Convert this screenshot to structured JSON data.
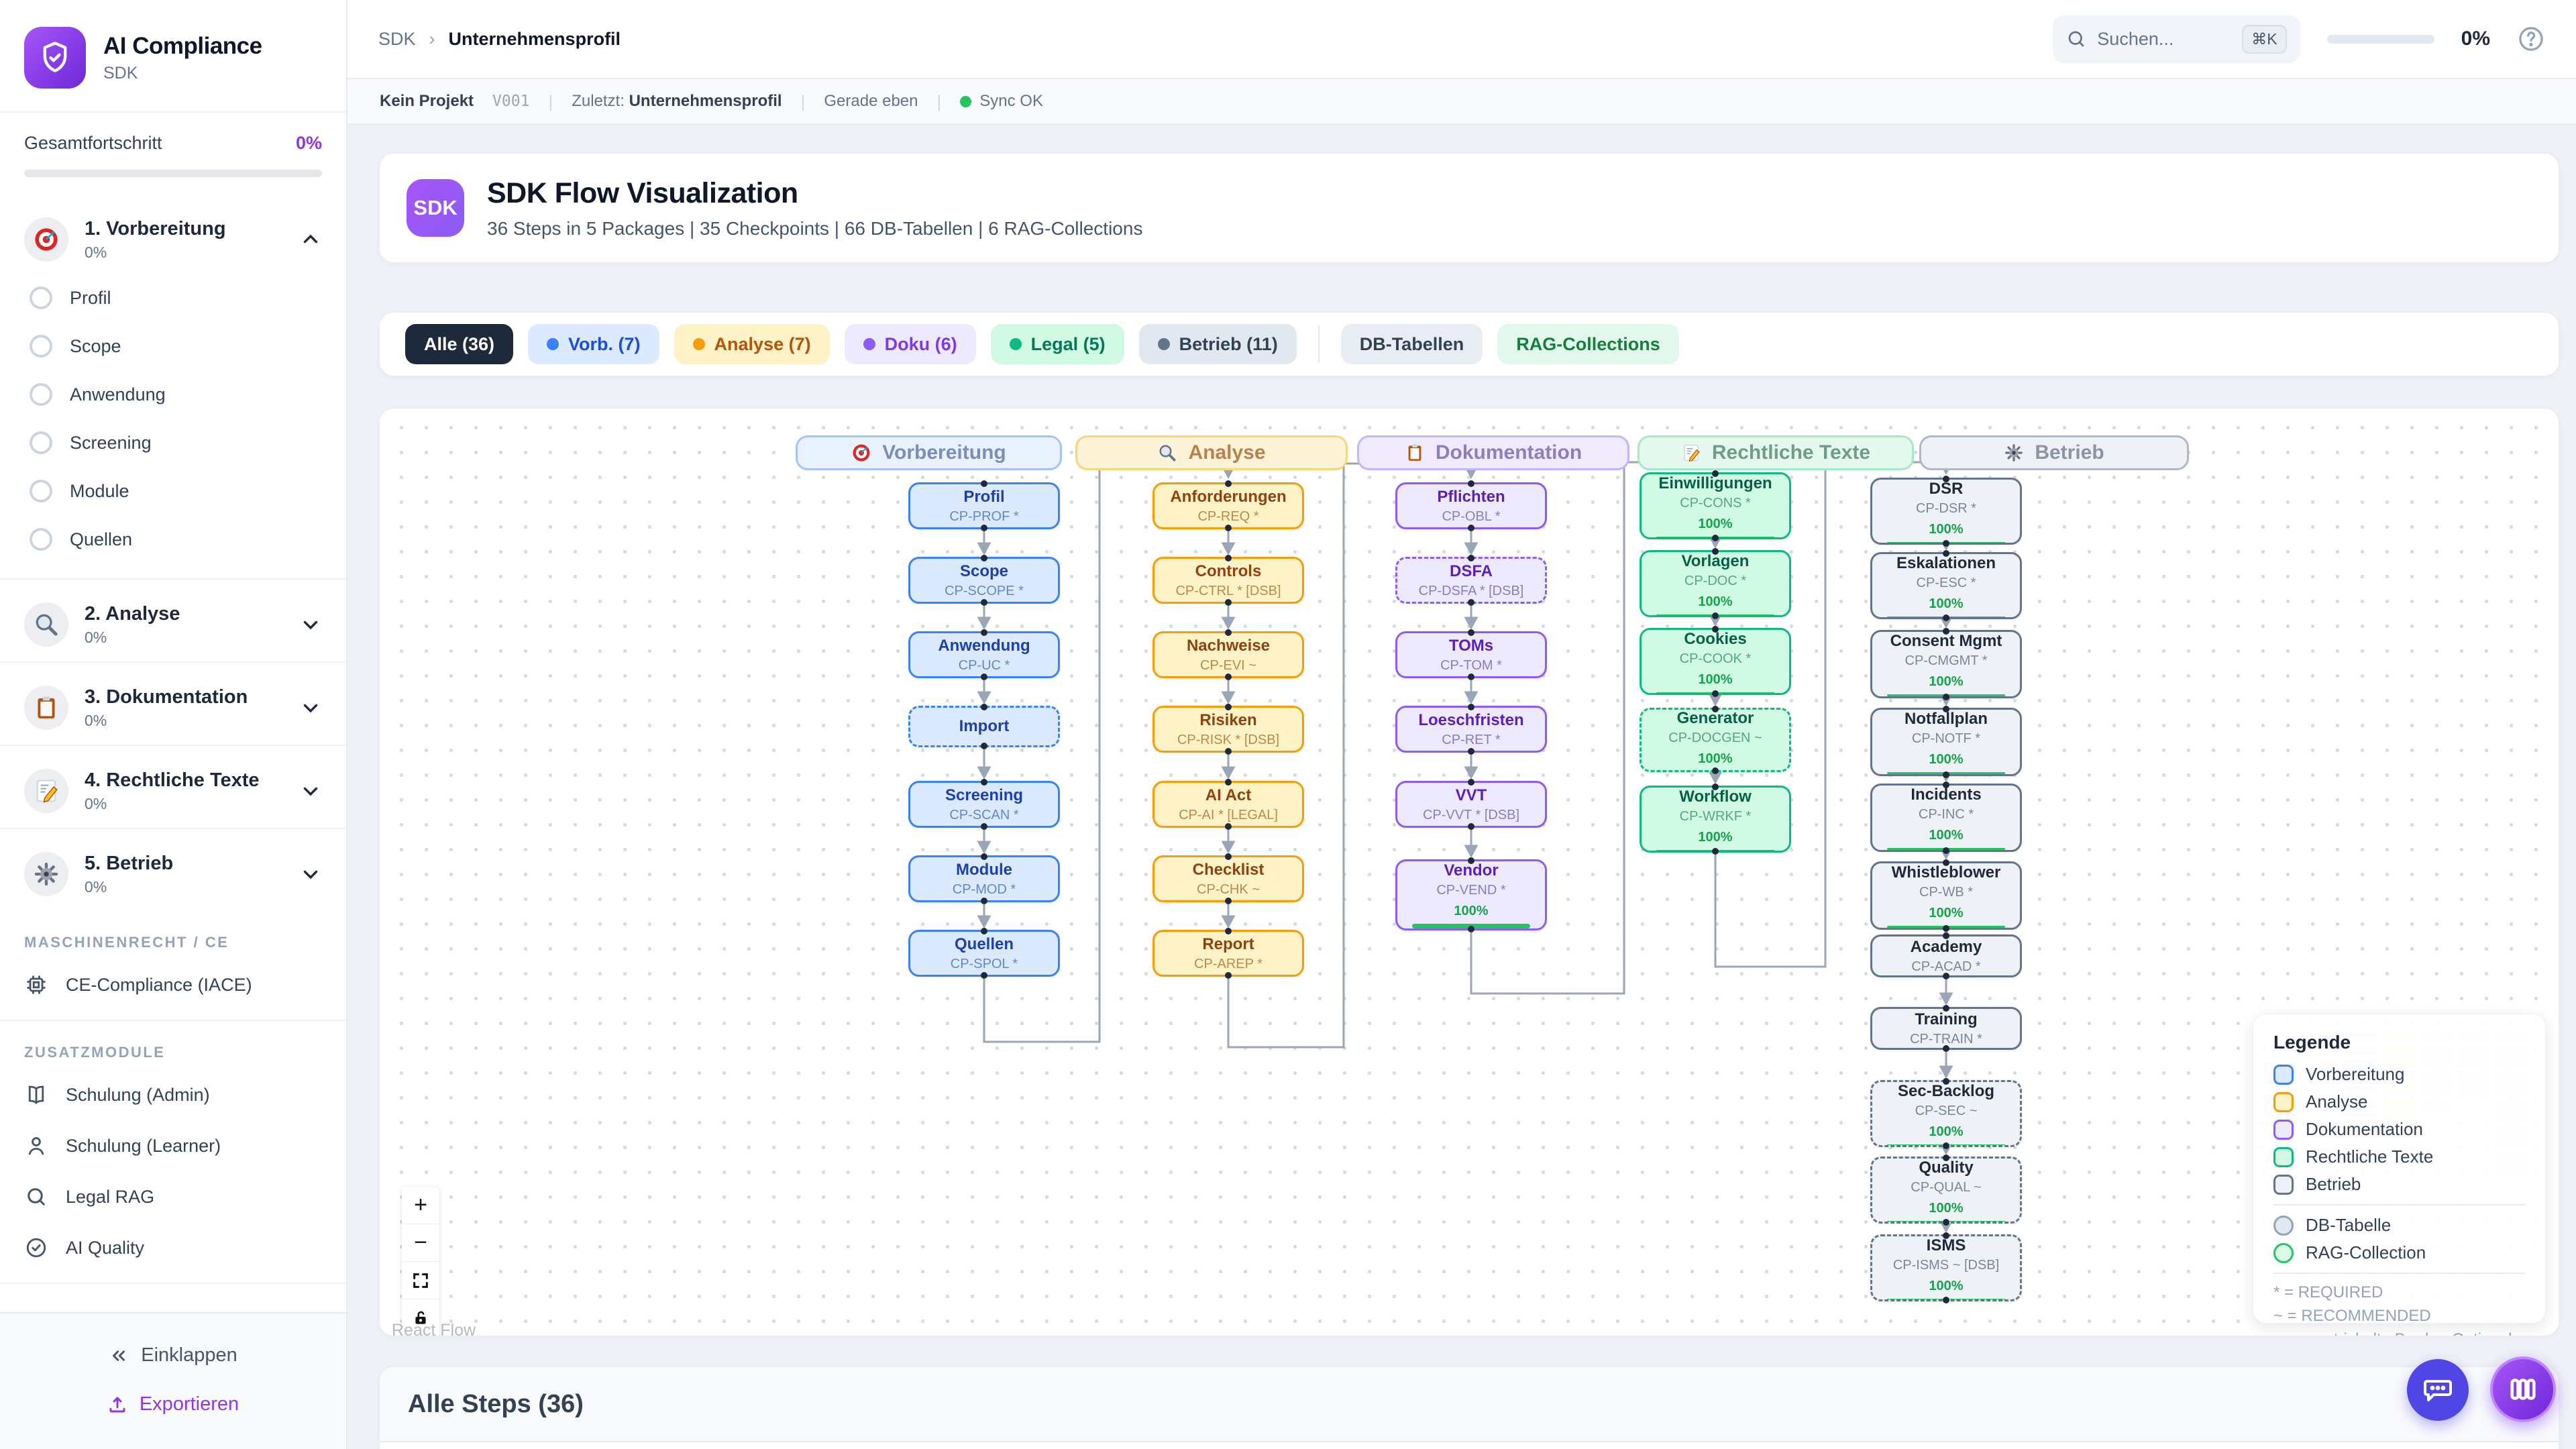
{
  "app": {
    "title": "AI Compliance",
    "subtitle": "SDK"
  },
  "sidebar": {
    "overall": {
      "label": "Gesamtfortschritt",
      "value": "0%"
    },
    "sections": [
      {
        "title": "1. Vorbereitung",
        "percent": "0%",
        "icon": "target-icon",
        "expanded": true,
        "items": [
          "Profil",
          "Scope",
          "Anwendung",
          "Screening",
          "Module",
          "Quellen"
        ]
      },
      {
        "title": "2. Analyse",
        "percent": "0%",
        "icon": "magnifier-icon",
        "expanded": false,
        "items": []
      },
      {
        "title": "3. Dokumentation",
        "percent": "0%",
        "icon": "clipboard-icon",
        "expanded": false,
        "items": []
      },
      {
        "title": "4. Rechtliche Texte",
        "percent": "0%",
        "icon": "memo-icon",
        "expanded": false,
        "items": []
      },
      {
        "title": "5. Betrieb",
        "percent": "0%",
        "icon": "gear-icon",
        "expanded": false,
        "items": []
      }
    ],
    "machine_section": {
      "label": "MASCHINENRECHT / CE",
      "items": [
        {
          "label": "CE-Compliance (IACE)",
          "icon": "chip-icon"
        }
      ]
    },
    "extra_section": {
      "label": "ZUSATZMODULE",
      "items": [
        {
          "label": "Schulung (Admin)",
          "icon": "book-icon"
        },
        {
          "label": "Schulung (Learner)",
          "icon": "user-icon"
        },
        {
          "label": "Legal RAG",
          "icon": "search-icon"
        },
        {
          "label": "AI Quality",
          "icon": "check-circle-icon"
        }
      ]
    },
    "footer": {
      "collapse": "Einklappen",
      "export": "Exportieren"
    }
  },
  "header": {
    "breadcrumb": [
      "SDK",
      "Unternehmensprofil"
    ],
    "search": {
      "placeholder": "Suchen...",
      "shortcut": "⌘K"
    },
    "progress": "0%"
  },
  "statusbar": {
    "project": "Kein Projekt",
    "version": "V001",
    "last_label": "Zuletzt:",
    "last_value": "Unternehmensprofil",
    "updated": "Gerade eben",
    "sync": "Sync OK"
  },
  "hero": {
    "badge": "SDK",
    "title": "SDK Flow Visualization",
    "subtitle": "36 Steps in 5 Packages | 35 Checkpoints | 66 DB-Tabellen | 6 RAG-Collections"
  },
  "filters": [
    {
      "label": "Alle (36)",
      "scheme": "all",
      "dot": false,
      "active": true
    },
    {
      "label": "Vorb. (7)",
      "scheme": "vorb",
      "dot": true
    },
    {
      "label": "Analyse (7)",
      "scheme": "analyse",
      "dot": true
    },
    {
      "label": "Doku (6)",
      "scheme": "doku",
      "dot": true
    },
    {
      "label": "Legal (5)",
      "scheme": "legal",
      "dot": true
    },
    {
      "label": "Betrieb (11)",
      "scheme": "betrieb",
      "dot": true
    },
    {
      "label": "DB-Tabellen",
      "scheme": "db",
      "dot": false
    },
    {
      "label": "RAG-Collections",
      "scheme": "rag",
      "dot": false
    }
  ],
  "flow": {
    "columns": [
      {
        "title": "Vorbereitung",
        "icon": "target-icon",
        "scheme": "blue",
        "nodes": [
          {
            "label": "Profil",
            "code": "CP-PROF *"
          },
          {
            "label": "Scope",
            "code": "CP-SCOPE *"
          },
          {
            "label": "Anwendung",
            "code": "CP-UC *"
          },
          {
            "label": "Import",
            "code": "",
            "dashed": true
          },
          {
            "label": "Screening",
            "code": "CP-SCAN *"
          },
          {
            "label": "Module",
            "code": "CP-MOD *"
          },
          {
            "label": "Quellen",
            "code": "CP-SPOL *"
          }
        ]
      },
      {
        "title": "Analyse",
        "icon": "magnifier-icon",
        "scheme": "amber",
        "nodes": [
          {
            "label": "Anforderungen",
            "code": "CP-REQ *"
          },
          {
            "label": "Controls",
            "code": "CP-CTRL * [DSB]"
          },
          {
            "label": "Nachweise",
            "code": "CP-EVI ~"
          },
          {
            "label": "Risiken",
            "code": "CP-RISK * [DSB]"
          },
          {
            "label": "AI Act",
            "code": "CP-AI * [LEGAL]"
          },
          {
            "label": "Checklist",
            "code": "CP-CHK ~"
          },
          {
            "label": "Report",
            "code": "CP-AREP *"
          }
        ]
      },
      {
        "title": "Dokumentation",
        "icon": "clipboard-icon",
        "scheme": "purple",
        "nodes": [
          {
            "label": "Pflichten",
            "code": "CP-OBL *"
          },
          {
            "label": "DSFA",
            "code": "CP-DSFA * [DSB]",
            "dashed": true
          },
          {
            "label": "TOMs",
            "code": "CP-TOM *"
          },
          {
            "label": "Loeschfristen",
            "code": "CP-RET *"
          },
          {
            "label": "VVT",
            "code": "CP-VVT * [DSB]"
          },
          {
            "label": "Vendor",
            "code": "CP-VEND *",
            "progress": "100%"
          }
        ]
      },
      {
        "title": "Rechtliche Texte",
        "icon": "memo-icon",
        "scheme": "green",
        "nodes": [
          {
            "label": "Einwilligungen",
            "code": "CP-CONS *",
            "progress": "100%"
          },
          {
            "label": "Vorlagen",
            "code": "CP-DOC *",
            "progress": "100%"
          },
          {
            "label": "Cookies",
            "code": "CP-COOK *",
            "progress": "100%"
          },
          {
            "label": "Generator",
            "code": "CP-DOCGEN ~",
            "progress": "100%",
            "dashed": true
          },
          {
            "label": "Workflow",
            "code": "CP-WRKF *",
            "progress": "100%"
          }
        ]
      },
      {
        "title": "Betrieb",
        "icon": "gear-icon",
        "scheme": "slate",
        "nodes": [
          {
            "label": "DSR",
            "code": "CP-DSR *",
            "progress": "100%"
          },
          {
            "label": "Eskalationen",
            "code": "CP-ESC *",
            "progress": "100%"
          },
          {
            "label": "Consent Mgmt",
            "code": "CP-CMGMT *",
            "progress": "100%"
          },
          {
            "label": "Notfallplan",
            "code": "CP-NOTF *",
            "progress": "100%"
          },
          {
            "label": "Incidents",
            "code": "CP-INC *",
            "progress": "100%"
          },
          {
            "label": "Whistleblower",
            "code": "CP-WB *",
            "progress": "100%"
          },
          {
            "label": "Academy",
            "code": "CP-ACAD *"
          },
          {
            "label": "Training",
            "code": "CP-TRAIN *"
          },
          {
            "label": "Sec-Backlog",
            "code": "CP-SEC ~",
            "progress": "100%",
            "dashed": true
          },
          {
            "label": "Quality",
            "code": "CP-QUAL ~",
            "progress": "100%",
            "dashed": true
          },
          {
            "label": "ISMS",
            "code": "CP-ISMS ~ [DSB]",
            "progress": "100%",
            "dashed": true
          }
        ]
      }
    ],
    "attribution": "React Flow",
    "controls": [
      "zoom-in",
      "zoom-out",
      "fit-view",
      "lock"
    ]
  },
  "legend": {
    "title": "Legende",
    "packages": [
      {
        "label": "Vorbereitung",
        "scheme": "blue"
      },
      {
        "label": "Analyse",
        "scheme": "amber"
      },
      {
        "label": "Dokumentation",
        "scheme": "purple"
      },
      {
        "label": "Rechtliche Texte",
        "scheme": "green"
      },
      {
        "label": "Betrieb",
        "scheme": "slate"
      }
    ],
    "types": [
      {
        "label": "DB-Tabelle",
        "swatch": "gray-circle"
      },
      {
        "label": "RAG-Collection",
        "swatch": "green-circle"
      }
    ],
    "notes": [
      "* = REQUIRED",
      "~ = RECOMMENDED",
      "--- = gestrichelte Border: Optional"
    ]
  },
  "steps_panel": {
    "title": "Alle Steps (36)"
  },
  "colors": {
    "accent": "#7c3aed",
    "progress_green": "#22c55e",
    "sync_green": "#22c55e"
  }
}
